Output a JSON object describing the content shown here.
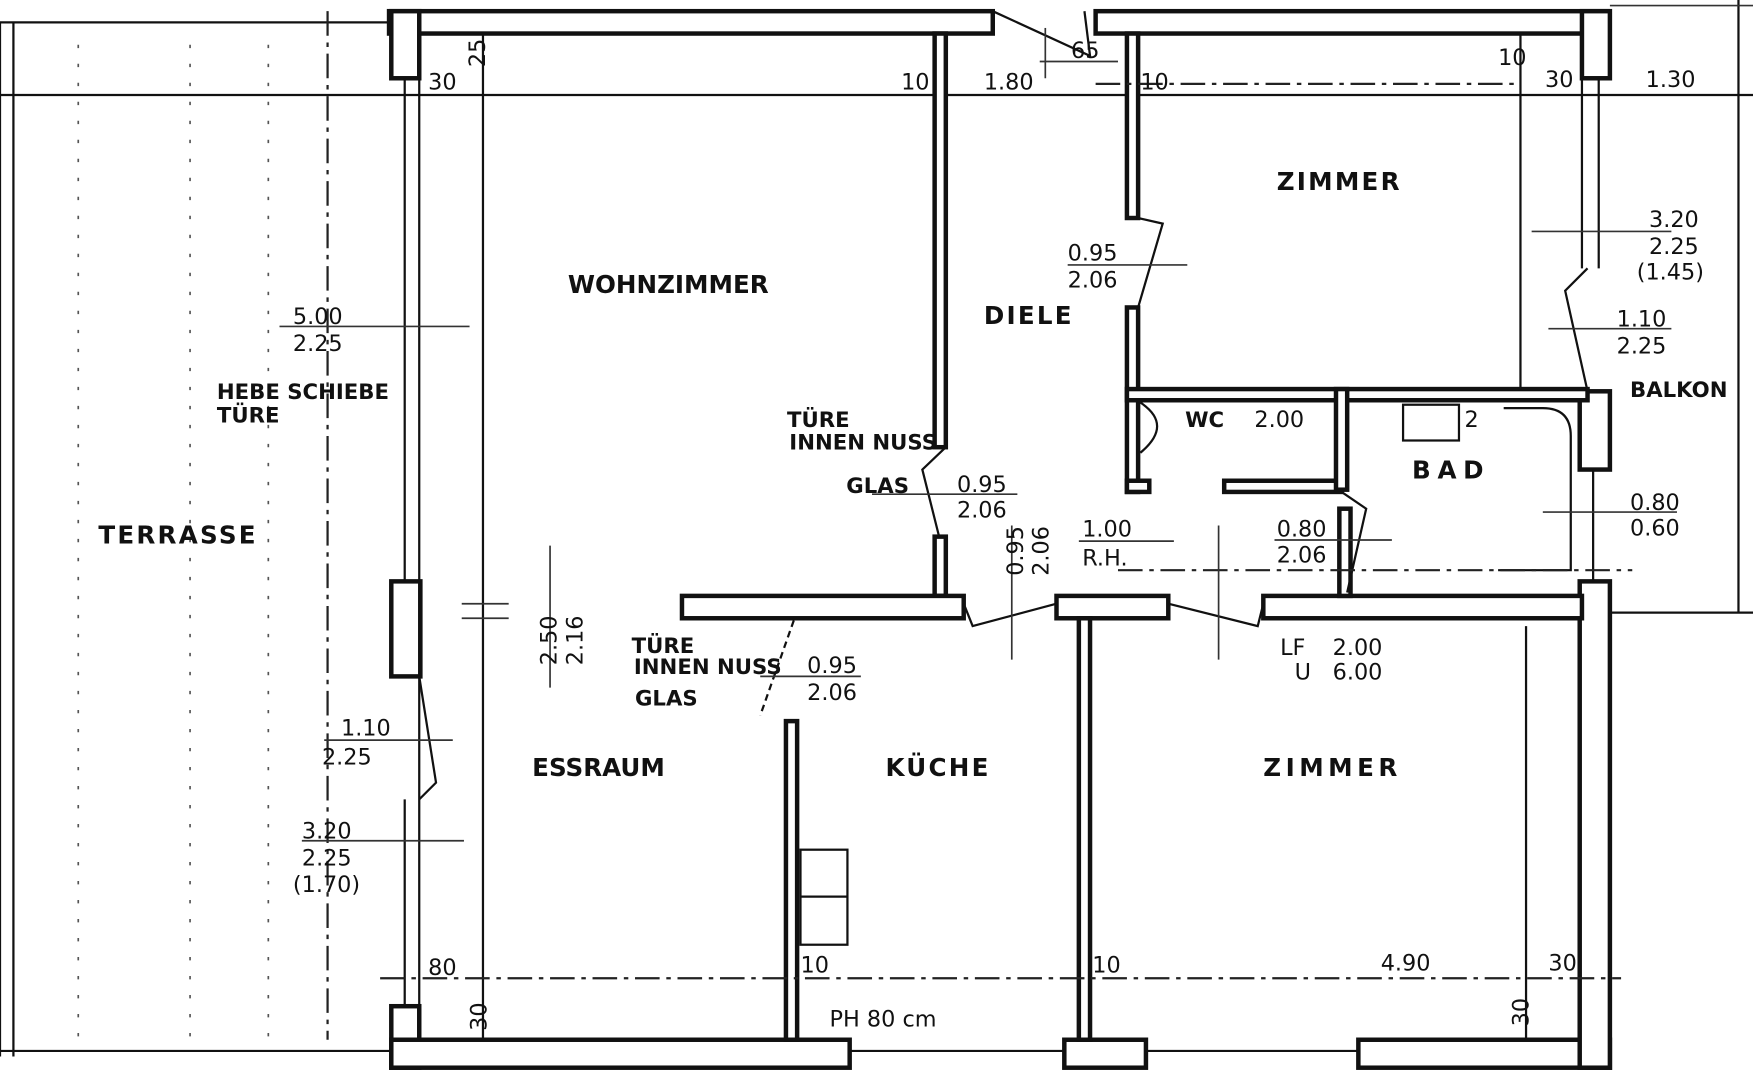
{
  "rooms": {
    "wohnzimmer": "WOHNZIMMER",
    "diele": "DIELE",
    "zimmer_top": "ZIMMER",
    "zimmer_bottom": "ZIMMER",
    "terrasse": "TERRASSE",
    "essraum": "ESSRAUM",
    "kueche": "KÜCHE",
    "wc": "WC",
    "bad": "BAD",
    "balkon": "BALKON"
  },
  "notes": {
    "hebe1": "HEBE SCHIEBE",
    "hebe2": "TÜRE",
    "tuere1a": "TÜRE",
    "tuere1b": "INNEN NUSS",
    "glas1": "GLAS",
    "tuere2a": "TÜRE",
    "tuere2b": "INNEN NUSS",
    "glas2": "GLAS",
    "rh": "R.H.",
    "lf": "LF",
    "u": "U",
    "ph": "PH  80 cm"
  },
  "dimensions": {
    "d25": "25",
    "d30a": "30",
    "d10a": "10",
    "d180": "1.80",
    "d65": "65",
    "d10b": "10",
    "d10c": "10",
    "d30b": "30",
    "d130": "1.30",
    "w500": "5.00",
    "w225a": "2.25",
    "z095": "0.95",
    "z206": "2.06",
    "b320": "3.20",
    "b225": "2.25",
    "b145": "(1.45)",
    "b110": "1.10",
    "b225b": "2.25",
    "wc200": "2.00",
    "bad2": "2",
    "g095": "0.95",
    "g206": "2.06",
    "d100": "1.00",
    "bad080": "0.80",
    "bad206": "2.06",
    "win080": "0.80",
    "win060": "0.60",
    "v095": "0.95",
    "v206": "2.06",
    "k095": "0.95",
    "k206": "2.06",
    "lf200": "2.00",
    "u600": "6.00",
    "h250": "2.50",
    "h216": "2.16",
    "t110": "1.10",
    "t225": "2.25",
    "t320": "3.20",
    "t225b": "2.25",
    "t170": "(1.70)",
    "d80": "80",
    "d30c": "30",
    "d10d": "10",
    "d10e": "10",
    "d490": "4.90",
    "d30d": "30",
    "d30e": "30"
  }
}
